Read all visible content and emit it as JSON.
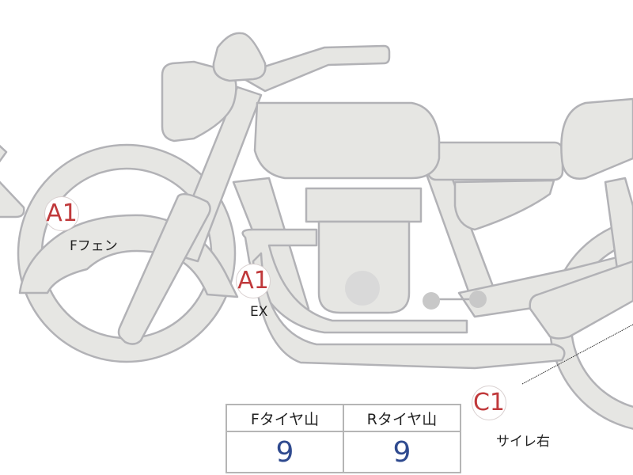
{
  "diagram": {
    "subject": "motorcycle-side-view",
    "colors": {
      "part_fill": "#e6e6e3",
      "part_stroke": "#b2b2b6",
      "badge_text": "#c0393b",
      "value_text": "#2f4a8f"
    },
    "markers": [
      {
        "code": "A1",
        "label": "Fフェン"
      },
      {
        "code": "A1",
        "label": "EX"
      },
      {
        "code": "C1",
        "label": "サイレ右"
      }
    ],
    "tire_table": {
      "headers": [
        "Fタイヤ山",
        "Rタイヤ山"
      ],
      "values": [
        "9",
        "9"
      ]
    }
  }
}
